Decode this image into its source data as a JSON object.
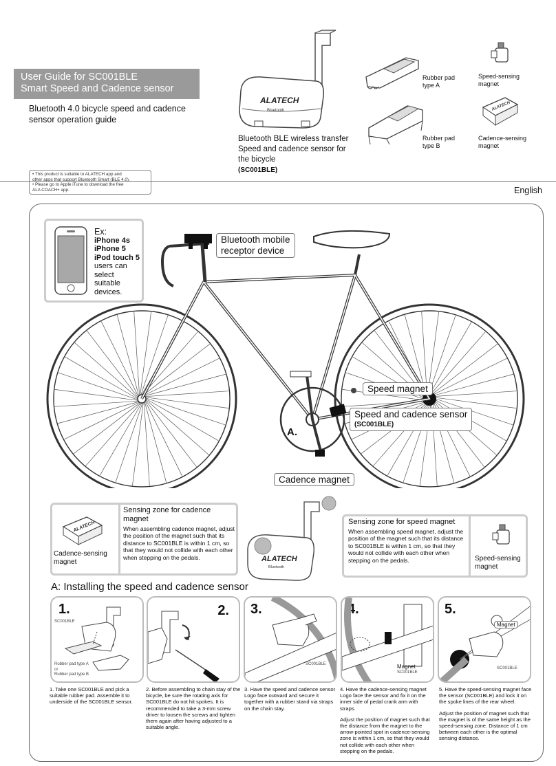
{
  "header": {
    "title_line1": "User Guide for SC001BLE",
    "title_line2": "Smart Speed and Cadence sensor",
    "subtitle_line1": "Bluetooth 4.0 bicycle speed and cadence",
    "subtitle_line2": "sensor operation guide",
    "notice": [
      "• This product is suitable to ALATECH app and",
      "  other apps that support Bluetooth Smart (BLE 4.0).",
      "• Please go to Apple iTune to download the free",
      "  ALA COACH+ app."
    ],
    "language": "English"
  },
  "product": {
    "brand": "ALATECH",
    "bt_label": "Bluetooth",
    "desc_line1": "Bluetooth BLE wireless transfer",
    "desc_line2": "Speed and cadence sensor for",
    "desc_line3": "the bicycle",
    "model": "(SC001BLE)",
    "parts": {
      "pad_a_line1": "Rubber pad",
      "pad_a_line2": "type A",
      "pad_b_line1": "Rubber pad",
      "pad_b_line2": "type B",
      "speed_mag_line1": "Speed-sensing",
      "speed_mag_line2": "magnet",
      "cad_mag_line1": "Cadence-sensing",
      "cad_mag_line2": "magnet"
    }
  },
  "diagram": {
    "phone_ex": "Ex:",
    "phone_models": [
      "iPhone 4s",
      "iPhone 5",
      "iPod touch 5"
    ],
    "phone_note": [
      "users can",
      "select suitable",
      "devices."
    ],
    "receptor_line1": "Bluetooth mobile",
    "receptor_line2": "receptor device",
    "speed_magnet": "Speed magnet",
    "sensor_label": "Speed and cadence sensor",
    "sensor_model": "(SC001BLE)",
    "point_a": "A.",
    "cadence_magnet": "Cadence magnet"
  },
  "zones": {
    "cadence_title": "Sensing zone for cadence magnet",
    "cadence_text": "When assembling cadence magnet, adjust the position of the magnet such that its distance to SC001BLE is within 1 cm, so that they would not collide with each other when stepping on the pedals.",
    "cadence_mag_line1": "Cadence-sensing",
    "cadence_mag_line2": "magnet",
    "speed_title": "Sensing zone for speed magnet",
    "speed_text": "When assembling speed magnet, adjust the position of the magnet such that its distance to SC001BLE is within 1 cm, so that they would not collide with each other when stepping on the pedals.",
    "speed_mag_line1": "Speed-sensing",
    "speed_mag_line2": "magnet",
    "sensor_brand": "ALATECH",
    "sensor_bt": "Bluetooth"
  },
  "install": {
    "title": "A: Installing the speed and cadence sensor",
    "steps": [
      {
        "num": "1.",
        "img_labels": [
          "SC001BLE",
          "Rubber pad type A",
          "or",
          "Rubber pad type B"
        ],
        "text": "1. Take one SC001BLE and pick a suitable rubber pad. Assemble it to underside of the SC001BLE sensor."
      },
      {
        "num": "2.",
        "img_labels": [],
        "text": "2. Before assembling to chain stay of the bicycle, be sure the rotating axis for SC001BLE do not hit spokes. It is recommended to take a 3-mm screw driver to loosen the screws and tighten them again after having adjusted to a suitable angle."
      },
      {
        "num": "3.",
        "img_labels": [
          "SC001BLE"
        ],
        "text": "3. Have the speed and cadence sensor Logo face outward and secure it together with a rubber stand via straps on the chain stay."
      },
      {
        "num": "4.",
        "img_labels": [
          "Magnet",
          "SC001BLE"
        ],
        "text": "4. Have the cadence-sensing magnet Logo face the sensor and fix it on the inner side of pedal crank arm with straps.",
        "text2": "Adjust the position of magnet such that the distance from the magnet to the arrow-pointed spot in cadence-sensing zone is within 1 cm, so that they would not collide with each other when stepping on the pedals."
      },
      {
        "num": "5.",
        "img_labels": [
          "Magnet",
          "SC001BLE"
        ],
        "text": "5. Have the speed-sensing magnet face the sensor (SC001BLE) and lock it on the spoke lines of the rear wheel.",
        "text2": "Adjust the position of magnet such that the magnet is of the same height as the speed-sensing zone. Distance of 1 cm between each other is the optimal sensing distance."
      }
    ]
  }
}
